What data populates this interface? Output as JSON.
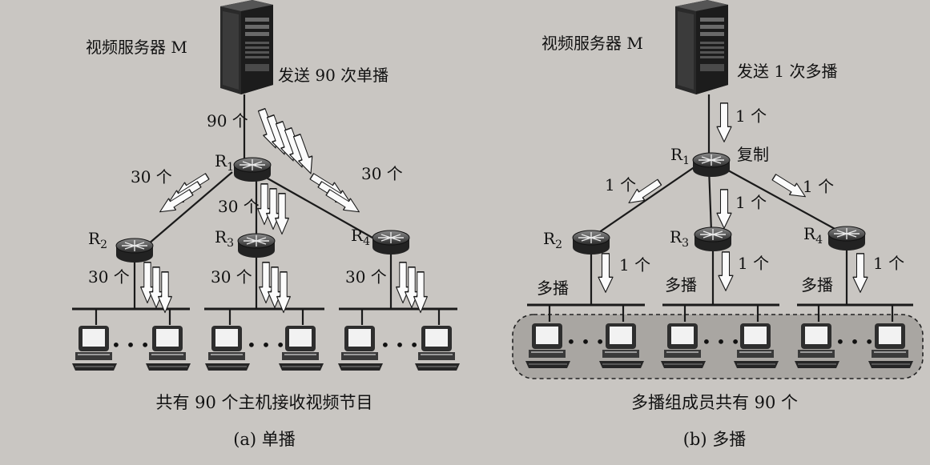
{
  "unicast": {
    "server_label": "视频服务器 M",
    "send_label": "发送 90 次单播",
    "edge_90": "90 个",
    "edge_r2": "30 个",
    "edge_r3": "30 个",
    "edge_r4": "30 个",
    "r2_lan": "30 个",
    "r3_lan": "30 个",
    "r4_lan": "30 个",
    "routers": {
      "r1": [
        "R",
        "1"
      ],
      "r2": [
        "R",
        "2"
      ],
      "r3": [
        "R",
        "3"
      ],
      "r4": [
        "R",
        "4"
      ]
    },
    "ellipsis": "• • •",
    "summary": "共有 90 个主机接收视频节目",
    "caption": "(a) 单播"
  },
  "multicast": {
    "server_label": "视频服务器 M",
    "send_label": "发送 1 次多播",
    "edge_1": "1 个",
    "copy_label": "复制",
    "edge_r2": "1 个",
    "edge_r3": "1 个",
    "edge_r4": "1 个",
    "r2_lan": "1 个",
    "r3_lan": "1 个",
    "r4_lan": "1 个",
    "lan_label_2": "多播",
    "lan_label_3": "多播",
    "lan_label_4": "多播",
    "routers": {
      "r1": [
        "R",
        "1"
      ],
      "r2": [
        "R",
        "2"
      ],
      "r3": [
        "R",
        "3"
      ],
      "r4": [
        "R",
        "4"
      ]
    },
    "ellipsis": "• • •",
    "summary": "多播组成员共有 90 个",
    "caption": "(b) 多播"
  }
}
